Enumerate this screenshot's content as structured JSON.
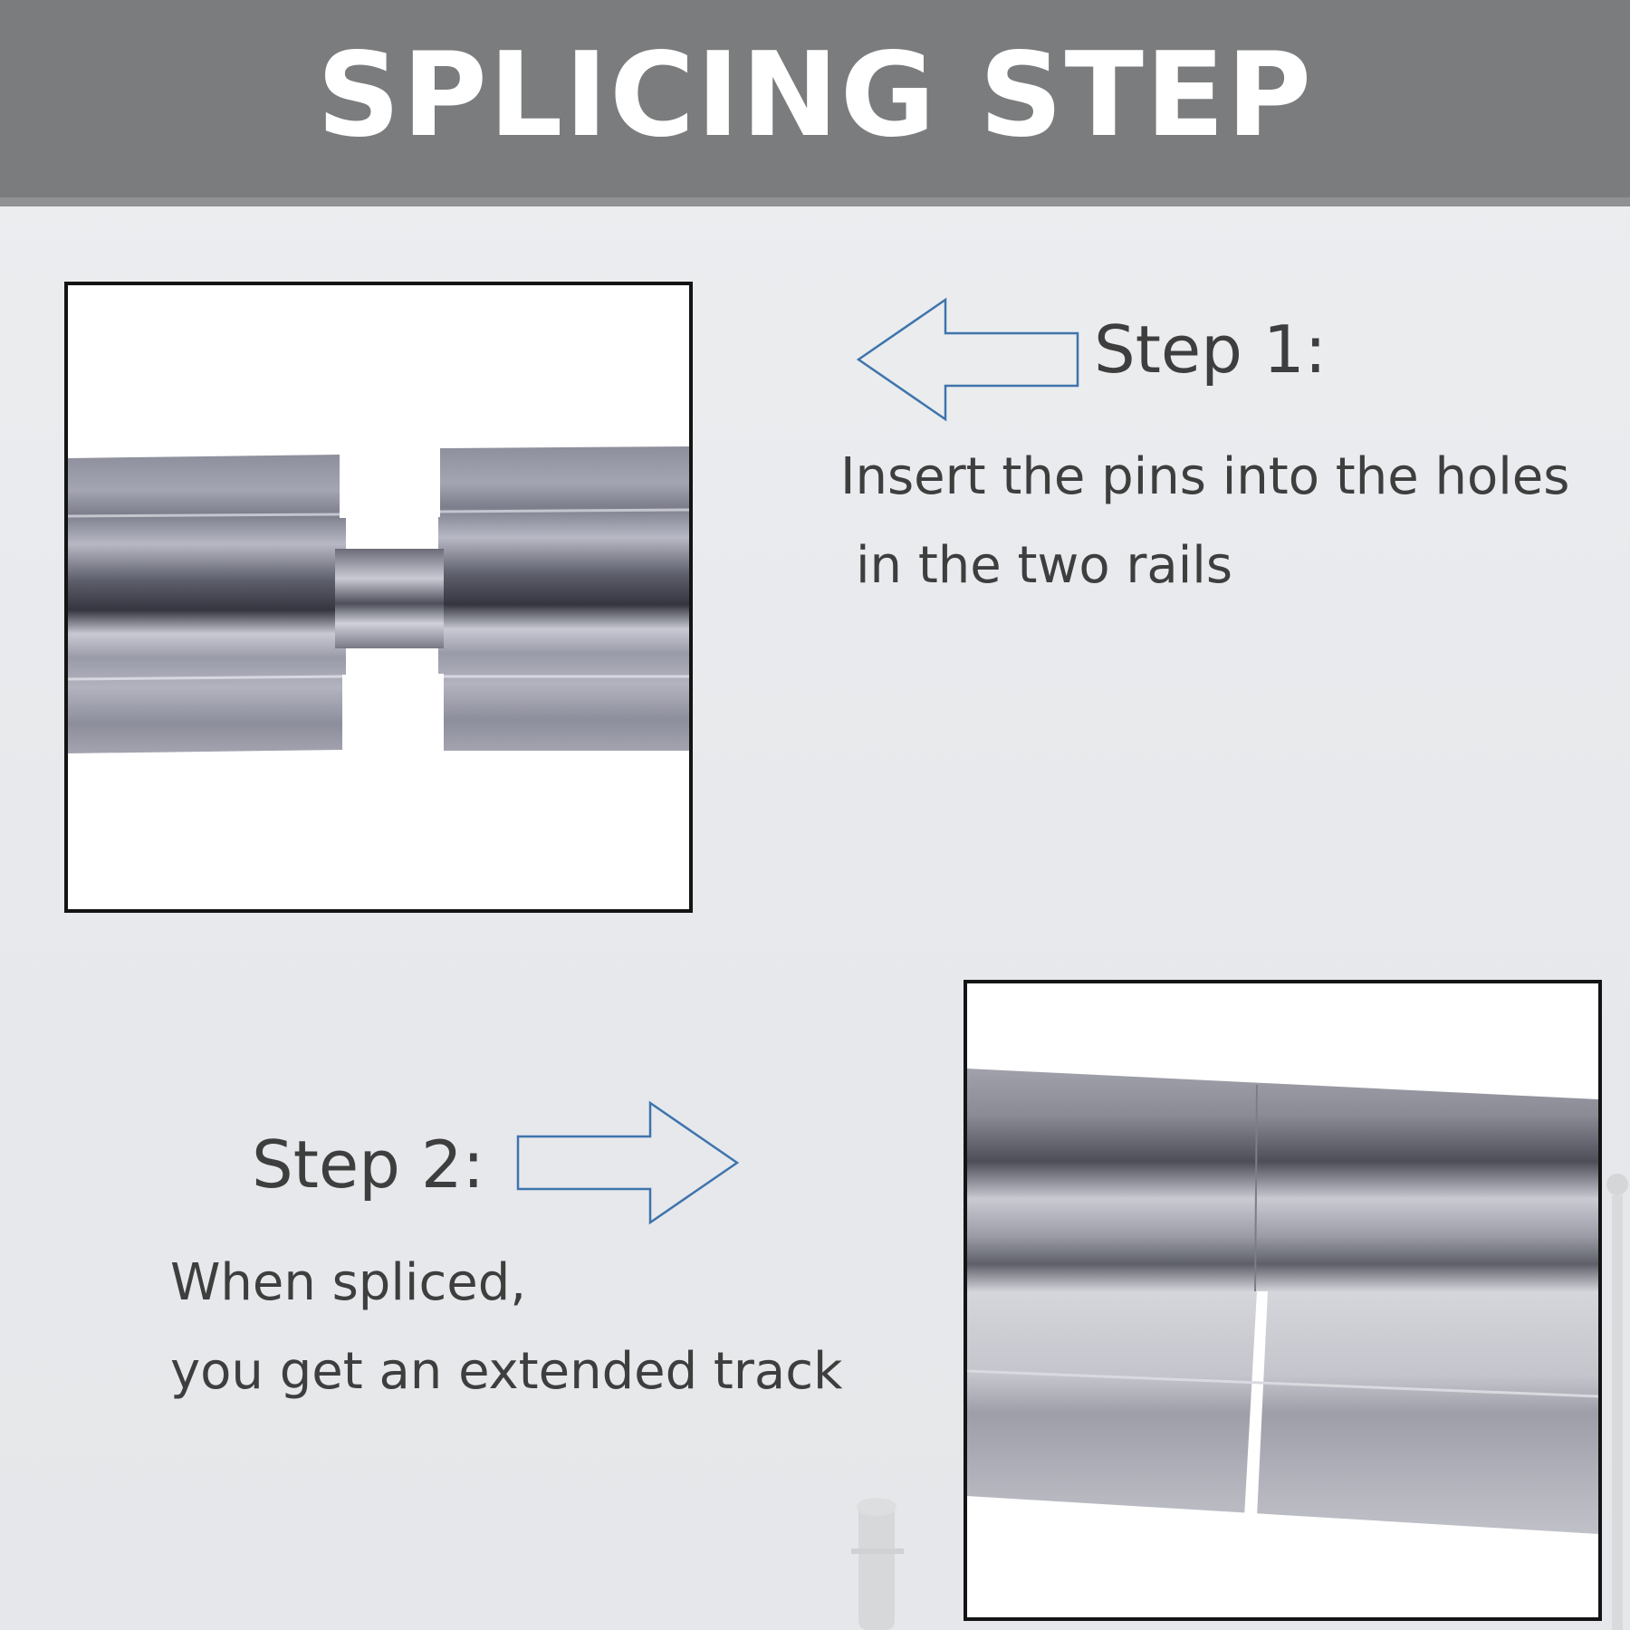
{
  "header": {
    "title": "SPLICING STEP"
  },
  "step1": {
    "heading": "Step 1:",
    "lines": [
      "Insert the pins into the holes",
      "in the two rails"
    ],
    "arrow_direction": "left"
  },
  "step2": {
    "heading": "Step 2:",
    "lines": [
      "When spliced,",
      "you get an extended track"
    ],
    "arrow_direction": "right"
  },
  "colors": {
    "header_bg": "#7a7c7d",
    "header_text": "#ffffff",
    "background": "#e9ebed",
    "body_text": "#3e3e3e",
    "arrow_stroke": "#3f74ad",
    "photo_frame": "#141414"
  }
}
